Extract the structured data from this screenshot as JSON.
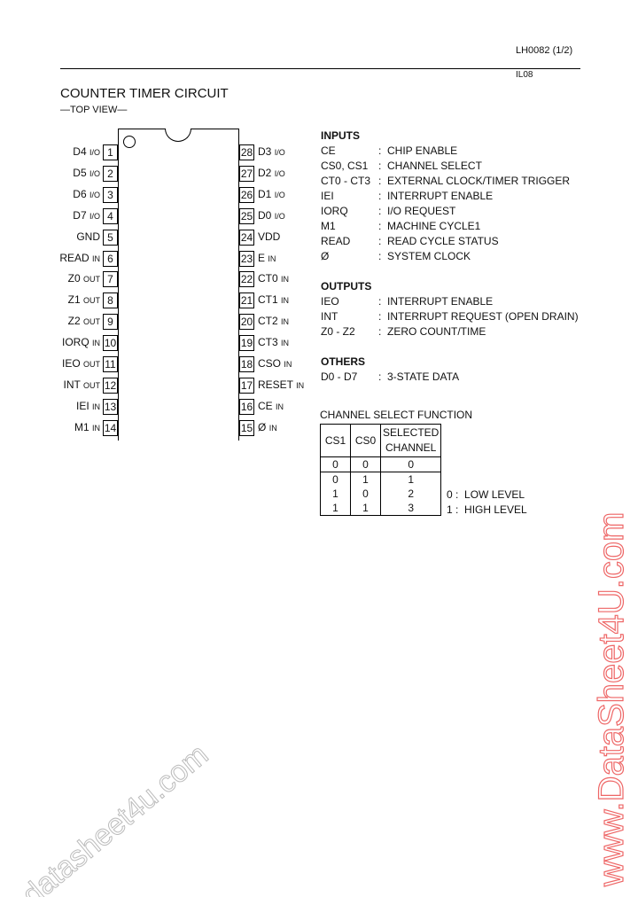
{
  "header": {
    "doc_id": "LH0082 (1/2)",
    "sub_id": "IL08"
  },
  "title": "COUNTER TIMER CIRCUIT",
  "subtitle": "—TOP VIEW—",
  "pins_left": [
    {
      "num": "1",
      "name": "D4",
      "dir": "I/O"
    },
    {
      "num": "2",
      "name": "D5",
      "dir": "I/O"
    },
    {
      "num": "3",
      "name": "D6",
      "dir": "I/O"
    },
    {
      "num": "4",
      "name": "D7",
      "dir": "I/O"
    },
    {
      "num": "5",
      "name": "GND",
      "dir": ""
    },
    {
      "num": "6",
      "name": "READ",
      "dir": "IN"
    },
    {
      "num": "7",
      "name": "Z0",
      "dir": "OUT"
    },
    {
      "num": "8",
      "name": "Z1",
      "dir": "OUT"
    },
    {
      "num": "9",
      "name": "Z2",
      "dir": "OUT"
    },
    {
      "num": "10",
      "name": "IORQ",
      "dir": "IN"
    },
    {
      "num": "11",
      "name": "IEO",
      "dir": "OUT"
    },
    {
      "num": "12",
      "name": "INT",
      "dir": "OUT"
    },
    {
      "num": "13",
      "name": "IEI",
      "dir": "IN"
    },
    {
      "num": "14",
      "name": "M1",
      "dir": "IN"
    }
  ],
  "pins_right": [
    {
      "num": "28",
      "name": "D3",
      "dir": "I/O"
    },
    {
      "num": "27",
      "name": "D2",
      "dir": "I/O"
    },
    {
      "num": "26",
      "name": "D1",
      "dir": "I/O"
    },
    {
      "num": "25",
      "name": "D0",
      "dir": "I/O"
    },
    {
      "num": "24",
      "name": "VDD",
      "dir": ""
    },
    {
      "num": "23",
      "name": "E",
      "dir": "IN"
    },
    {
      "num": "22",
      "name": "CT0",
      "dir": "IN"
    },
    {
      "num": "21",
      "name": "CT1",
      "dir": "IN"
    },
    {
      "num": "20",
      "name": "CT2",
      "dir": "IN"
    },
    {
      "num": "19",
      "name": "CT3",
      "dir": "IN"
    },
    {
      "num": "18",
      "name": "CSO",
      "dir": "IN"
    },
    {
      "num": "17",
      "name": "RESET",
      "dir": "IN"
    },
    {
      "num": "16",
      "name": "CE",
      "dir": "IN"
    },
    {
      "num": "15",
      "name": "Ø",
      "dir": "IN"
    }
  ],
  "sections": [
    {
      "title": "INPUTS",
      "items": [
        {
          "sig": "CE",
          "desc": "CHIP ENABLE"
        },
        {
          "sig": "CS0, CS1",
          "desc": "CHANNEL SELECT"
        },
        {
          "sig": "CT0 - CT3",
          "desc": "EXTERNAL CLOCK/TIMER TRIGGER"
        },
        {
          "sig": "IEI",
          "desc": "INTERRUPT ENABLE"
        },
        {
          "sig": "IORQ",
          "desc": "I/O REQUEST"
        },
        {
          "sig": "M1",
          "desc": "MACHINE CYCLE1"
        },
        {
          "sig": "READ",
          "desc": "READ CYCLE STATUS"
        },
        {
          "sig": "Ø",
          "desc": "SYSTEM CLOCK"
        }
      ]
    },
    {
      "title": "OUTPUTS",
      "items": [
        {
          "sig": "IEO",
          "desc": "INTERRUPT ENABLE"
        },
        {
          "sig": "INT",
          "desc": "INTERRUPT REQUEST (OPEN DRAIN)"
        },
        {
          "sig": "Z0 - Z2",
          "desc": "ZERO COUNT/TIME"
        }
      ]
    },
    {
      "title": "OTHERS",
      "items": [
        {
          "sig": "D0 - D7",
          "desc": "3-STATE DATA"
        }
      ]
    }
  ],
  "channel_table": {
    "title": "CHANNEL SELECT FUNCTION",
    "headers": [
      "CS1",
      "CS0",
      "SELECTED",
      "CHANNEL"
    ],
    "rows": [
      [
        "0",
        "0",
        "0"
      ],
      [
        "0",
        "1",
        "1"
      ],
      [
        "1",
        "0",
        "2"
      ],
      [
        "1",
        "1",
        "3"
      ]
    ]
  },
  "legend": [
    {
      "k": "0",
      "v": "LOW LEVEL"
    },
    {
      "k": "1",
      "v": "HIGH LEVEL"
    }
  ],
  "watermarks": {
    "diagonal": "datasheet4u.com",
    "vertical": "www.DataSheet4U.com"
  }
}
